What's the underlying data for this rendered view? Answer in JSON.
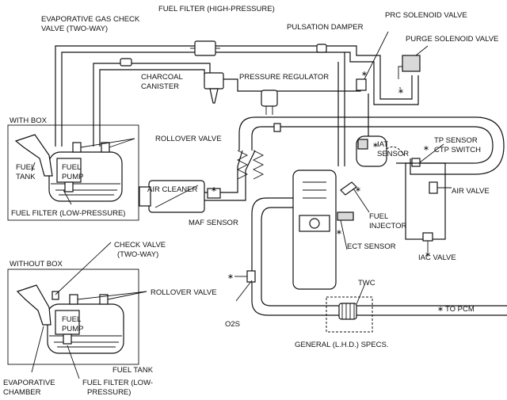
{
  "labels": {
    "fuel_filter_high": "FUEL FILTER (HIGH-PRESSURE)",
    "evap_check_valve_1": "EVAPORATIVE GAS CHECK",
    "evap_check_valve_2": "VALVE (TWO-WAY)",
    "prc_solenoid": "PRC SOLENOID VALVE",
    "pulsation_damper": "PULSATION DAMPER",
    "purge_solenoid": "PURGE SOLENOID VALVE",
    "charcoal_1": "CHARCOAL",
    "charcoal_2": "CANISTER",
    "pressure_regulator": "PRESSURE REGULATOR",
    "with_box": "WITH BOX",
    "rollover_valve_1": "ROLLOVER VALVE",
    "fuel_1": "FUEL",
    "pump_1": "PUMP",
    "fuel_tank_1a": "FUEL",
    "fuel_tank_1b": "TANK",
    "fuel_filter_low_1": "FUEL FILTER (LOW-PRESSURE)",
    "air_cleaner": "AIR CLEANER",
    "maf_sensor": "MAF SENSOR",
    "tp_sensor_1": "TP SENSOR",
    "tp_sensor_2": "CTP SWITCH",
    "iat_1": "IAT",
    "iat_2": "SENSOR",
    "air_valve": "AIR VALVE",
    "fuel_injector_1": "FUEL",
    "fuel_injector_2": "INJECTOR",
    "ect_sensor": "ECT SENSOR",
    "iac_valve": "IAC VALVE",
    "without_box": "WITHOUT BOX",
    "check_valve_1": "CHECK VALVE",
    "check_valve_2": "(TWO-WAY)",
    "rollover_valve_2": "ROLLOVER VALVE",
    "fuel_2": "FUEL",
    "pump_2": "PUMP",
    "twc": "TWC",
    "o2s": "O2S",
    "to_pcm": "TO PCM",
    "pcm_mark": "∗",
    "general_specs": "GENERAL (L.H.D.) SPECS.",
    "fuel_tank_2": "FUEL TANK",
    "evap_chamber_1": "EVAPORATIVE",
    "evap_chamber_2": "CHAMBER",
    "fuel_filter_low_2a": "FUEL FILTER (LOW-",
    "fuel_filter_low_2b": "PRESSURE)"
  }
}
